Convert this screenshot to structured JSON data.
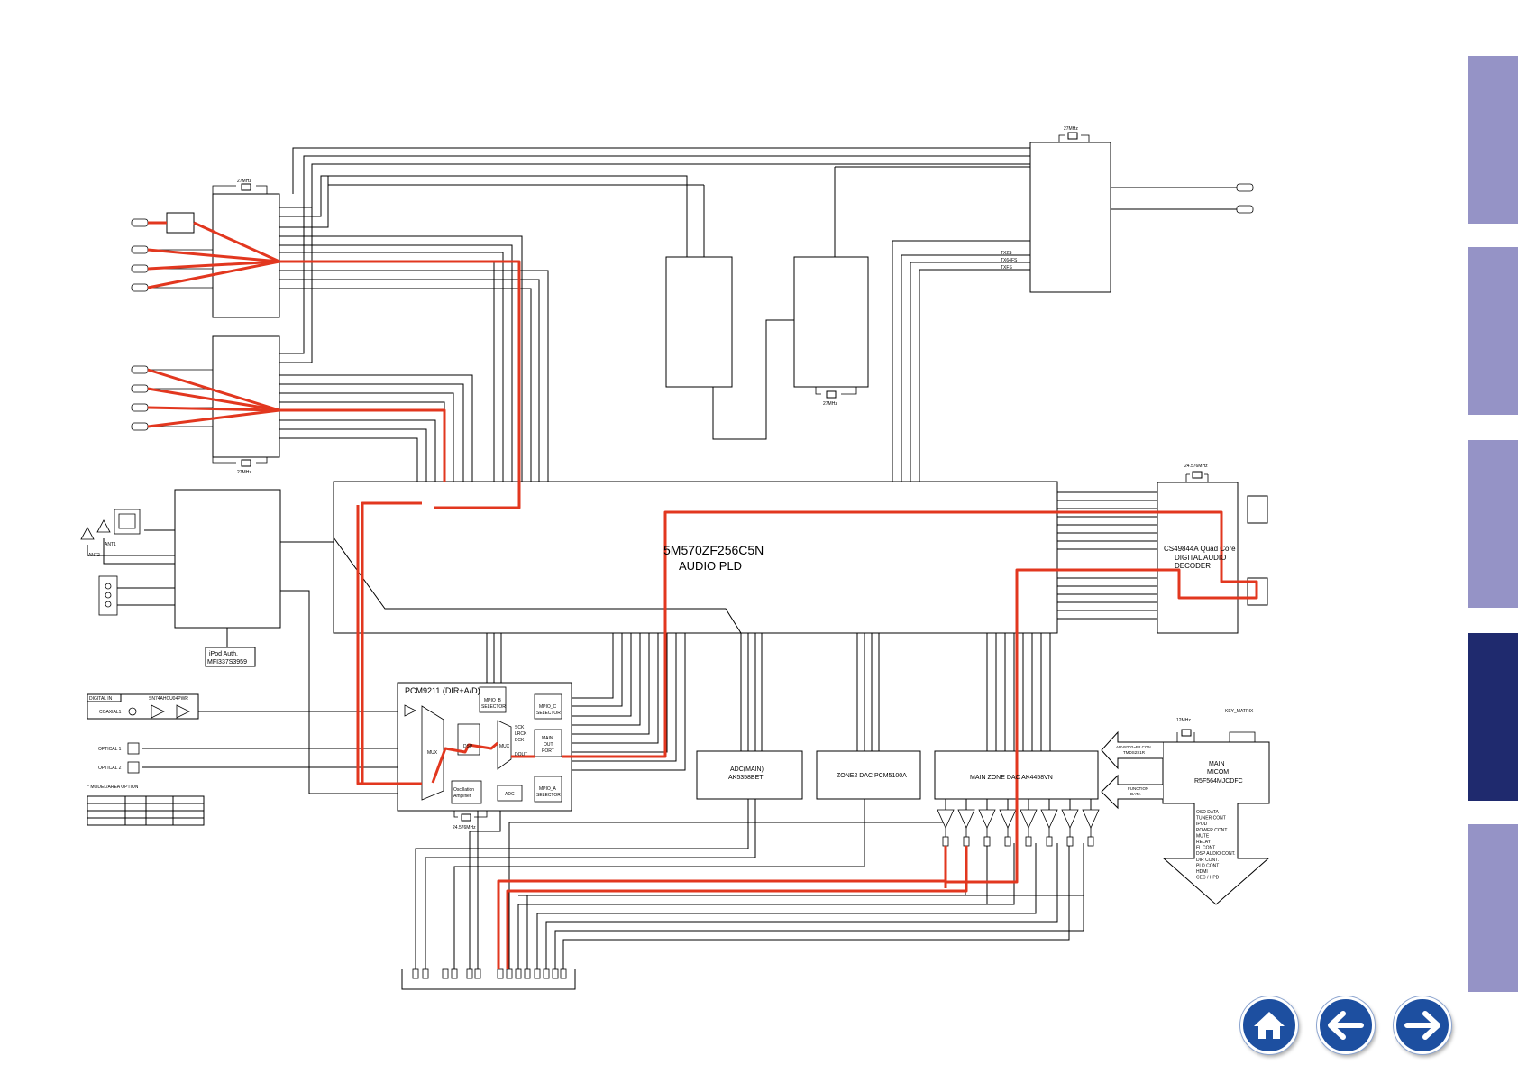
{
  "chips": {
    "pld_line1": "5M570ZF256C5N",
    "pld_line2": "AUDIO PLD",
    "dsp_line1": "CS49844A Quad Core",
    "dsp_line2": "DIGITAL AUDIO",
    "dsp_line3": "DECODER",
    "dir": "PCM9211 (DIR+A/D)",
    "mpio_b_1": "MPIO_B",
    "mpio_b_2": "SELECTOR",
    "mpio_c_1": "MPIO_C",
    "mpio_c_2": "SELECTOR",
    "main_out_1": "MAIN",
    "main_out_2": "OUT",
    "main_out_3": "PORT",
    "mpio_a_1": "MPIO_A",
    "mpio_a_2": "SELECTOR",
    "osc_1": "Oscillation",
    "osc_2": "Amplifier",
    "adc_small": "ADC",
    "mux1": "MUX",
    "mux2": "MUX",
    "dsp_small": "DSP",
    "sck": "SCK",
    "lrck": "LRCK",
    "bck": "BCK",
    "dout": "DOUT",
    "adc_main_1": "ADC(MAIN)",
    "adc_main_2": "AK5358BET",
    "zone2_dac": "ZONE2 DAC PCM5100A",
    "main_dac": "MAIN ZONE DAC AK4458VN",
    "micom_1": "MAIN",
    "micom_2": "MICOM",
    "micom_3": "R5F564MJCDFC",
    "ipod_1": "iPod Auth.",
    "ipod_2": "MFI337S3959"
  },
  "labels": {
    "xtal_27_a": "27MHz",
    "xtal_27_b": "27MHz",
    "xtal_27_c": "27MHz",
    "xtal_27_d": "27MHz",
    "xtal_24_dsp": "24.576MHz",
    "xtal_24_dir": "24.576MHz",
    "xtal_12": "12MHz",
    "key_matrix": "KEY_MATRIX",
    "ant1": "ANT1",
    "ant2": "ANT2",
    "digital_in": "DIGITAL IN",
    "buffer_ic": "SN74AHCU04PWR",
    "coaxial": "COAXIAL1",
    "optical1": "OPTICAL 1",
    "optical2": "OPTICAL 2",
    "model_option": "* MODEL/AREA OPTION",
    "tx2s": "TX2S",
    "tx64fs": "TX64FS",
    "txfs": "TXFS",
    "arrow_in_1": "ADV8202~B2 CON",
    "arrow_in_2": "TMDS2S1R",
    "arrow_fn_1": "FUNCTION",
    "arrow_fn_2": "DATA",
    "out_list": [
      "OSD DATA",
      "TUNER CONT",
      "IPOD",
      "POWER CONT",
      "MUTE",
      "RELAY",
      "FL CONT",
      "DSP AUDIO CONT.",
      "DIR CONT.",
      "PLD CONT",
      "HDMI",
      "CEC / HPD"
    ]
  },
  "nav": {
    "home": "home",
    "back": "back",
    "forward": "forward"
  },
  "colors": {
    "signal": "#e2371f",
    "tab": "#9593c6",
    "tab_active": "#1f2a6e",
    "nav_button": "#1d4fa0"
  }
}
